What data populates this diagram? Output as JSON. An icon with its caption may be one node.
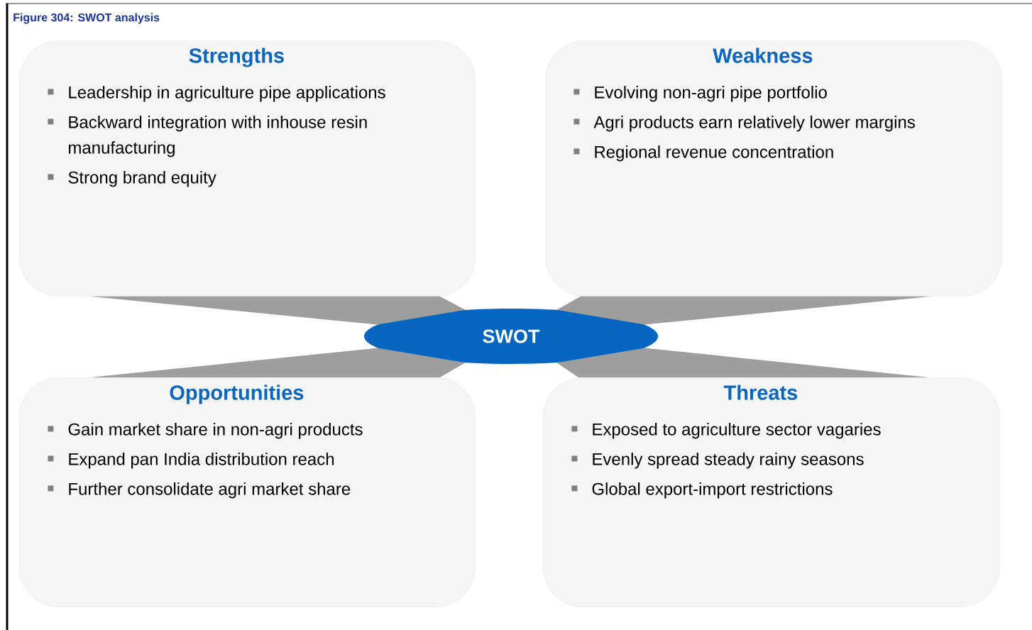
{
  "diagram": {
    "title": "Figure 304: SWOT analysis",
    "nodes": [
      {
        "text": [
          "Strengths",
          "Leadership in agriculture pipe applications",
          "Backward integration with inhouse resin manufacturing",
          "Strong brand equity"
        ]
      },
      {
        "text": [
          "Weakness",
          "Evolving non-agri pipe portfolio",
          "Agri products earn relatively lower margins",
          "Regional revenue concentration"
        ]
      },
      {
        "text": [
          "Opportunities",
          "Gain market share in non-agri products",
          "Expand pan India distribution reach",
          "Further consolidate agri market share"
        ]
      },
      {
        "text": [
          "Threats",
          "Exposed to agriculture sector vagaries",
          "Evenly spread steady rainy seasons",
          "Global export-import restrictions"
        ]
      },
      {
        "text": [
          "SWOT"
        ]
      }
    ],
    "edges": [
      {
        "from": 4,
        "to": 0,
        "arrow": "none",
        "style": "thick"
      },
      {
        "from": 4,
        "to": 1,
        "arrow": "none",
        "style": "thick"
      },
      {
        "from": 4,
        "to": 2,
        "arrow": "none",
        "style": "thick"
      },
      {
        "from": 4,
        "to": 3,
        "arrow": "none",
        "style": "thick"
      }
    ]
  }
}
